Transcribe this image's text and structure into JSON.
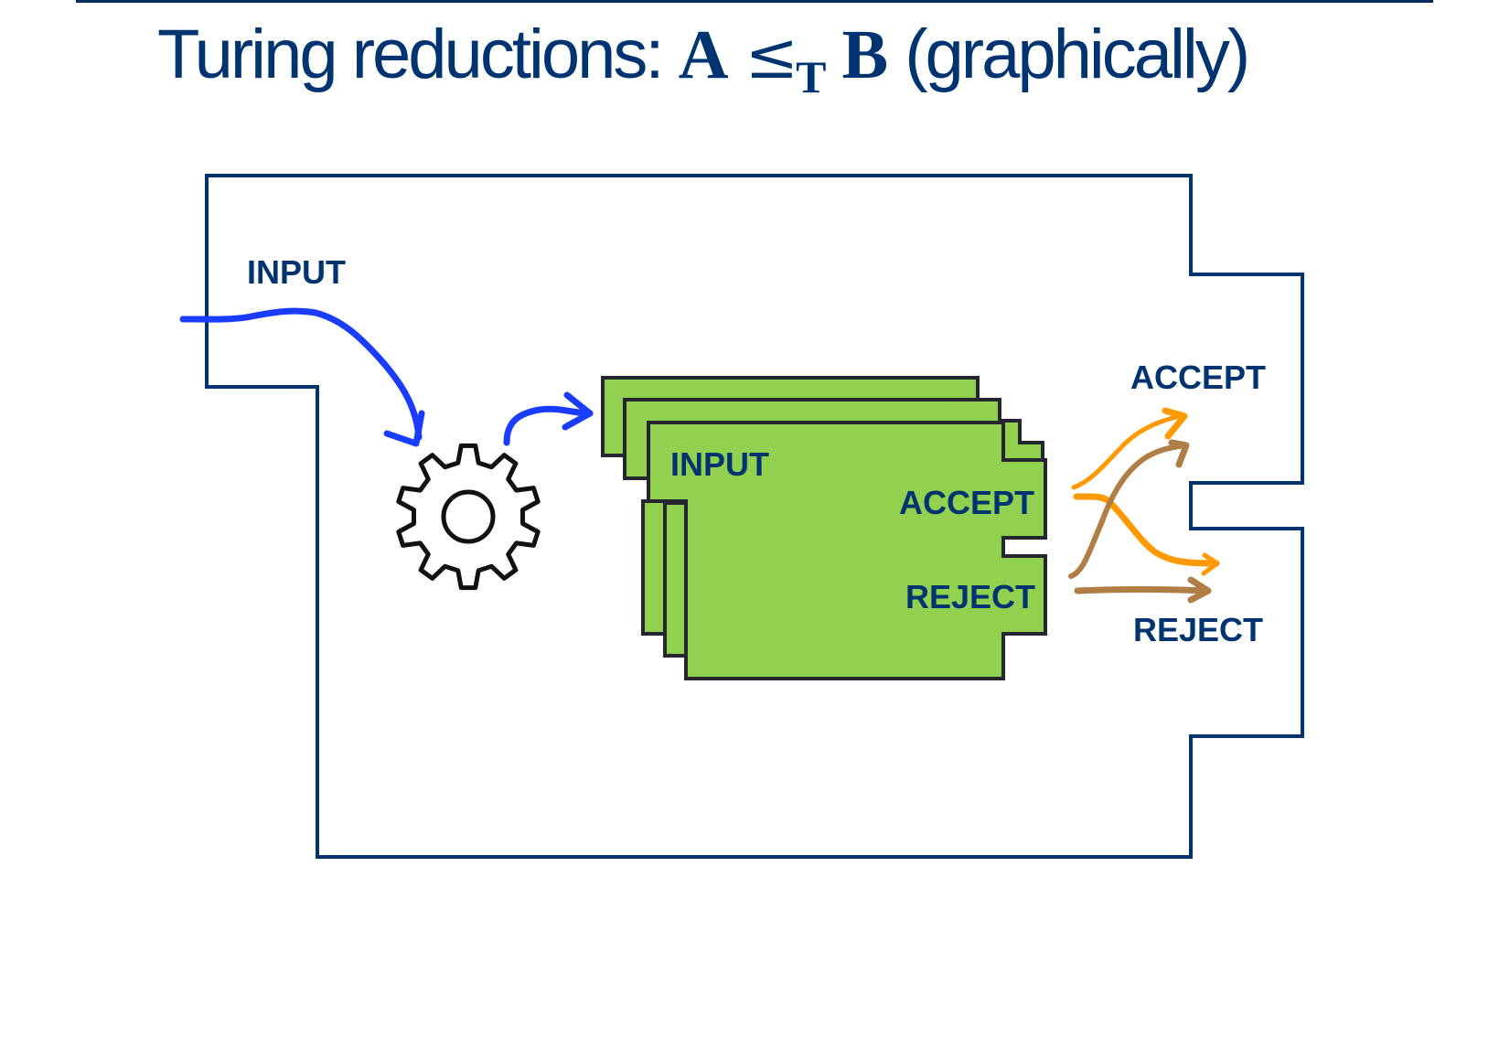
{
  "slide": {
    "title": {
      "prefix": "Turing reductions: ",
      "set_a": "A",
      "relation": "≤",
      "relation_subscript": "T",
      "set_b": "B",
      "suffix": "(graphically)"
    }
  },
  "diagram": {
    "outer_machine": {
      "input_label": "INPUT",
      "accept_label": "ACCEPT",
      "reject_label": "REJECT"
    },
    "transformer": {
      "icon": "gear-icon"
    },
    "oracle_machine": {
      "copies_shown": 3,
      "input_label": "INPUT",
      "accept_label": "ACCEPT",
      "reject_label": "REJECT"
    },
    "connections": [
      {
        "from": "outer-input",
        "to": "gear",
        "color": "#1a3cff"
      },
      {
        "from": "gear",
        "to": "oracle-input",
        "color": "#1a3cff"
      },
      {
        "from": "oracle-accept",
        "to": "outer-accept",
        "color": "#ff9900"
      },
      {
        "from": "oracle-accept",
        "to": "outer-reject",
        "color": "#ff9900"
      },
      {
        "from": "oracle-reject",
        "to": "outer-accept",
        "color": "#b07d44"
      },
      {
        "from": "oracle-reject",
        "to": "outer-reject",
        "color": "#b07d44"
      }
    ],
    "colors": {
      "frame": "#003471",
      "card_fill": "#92d050",
      "card_stroke": "#262630",
      "text": "#003471"
    }
  }
}
